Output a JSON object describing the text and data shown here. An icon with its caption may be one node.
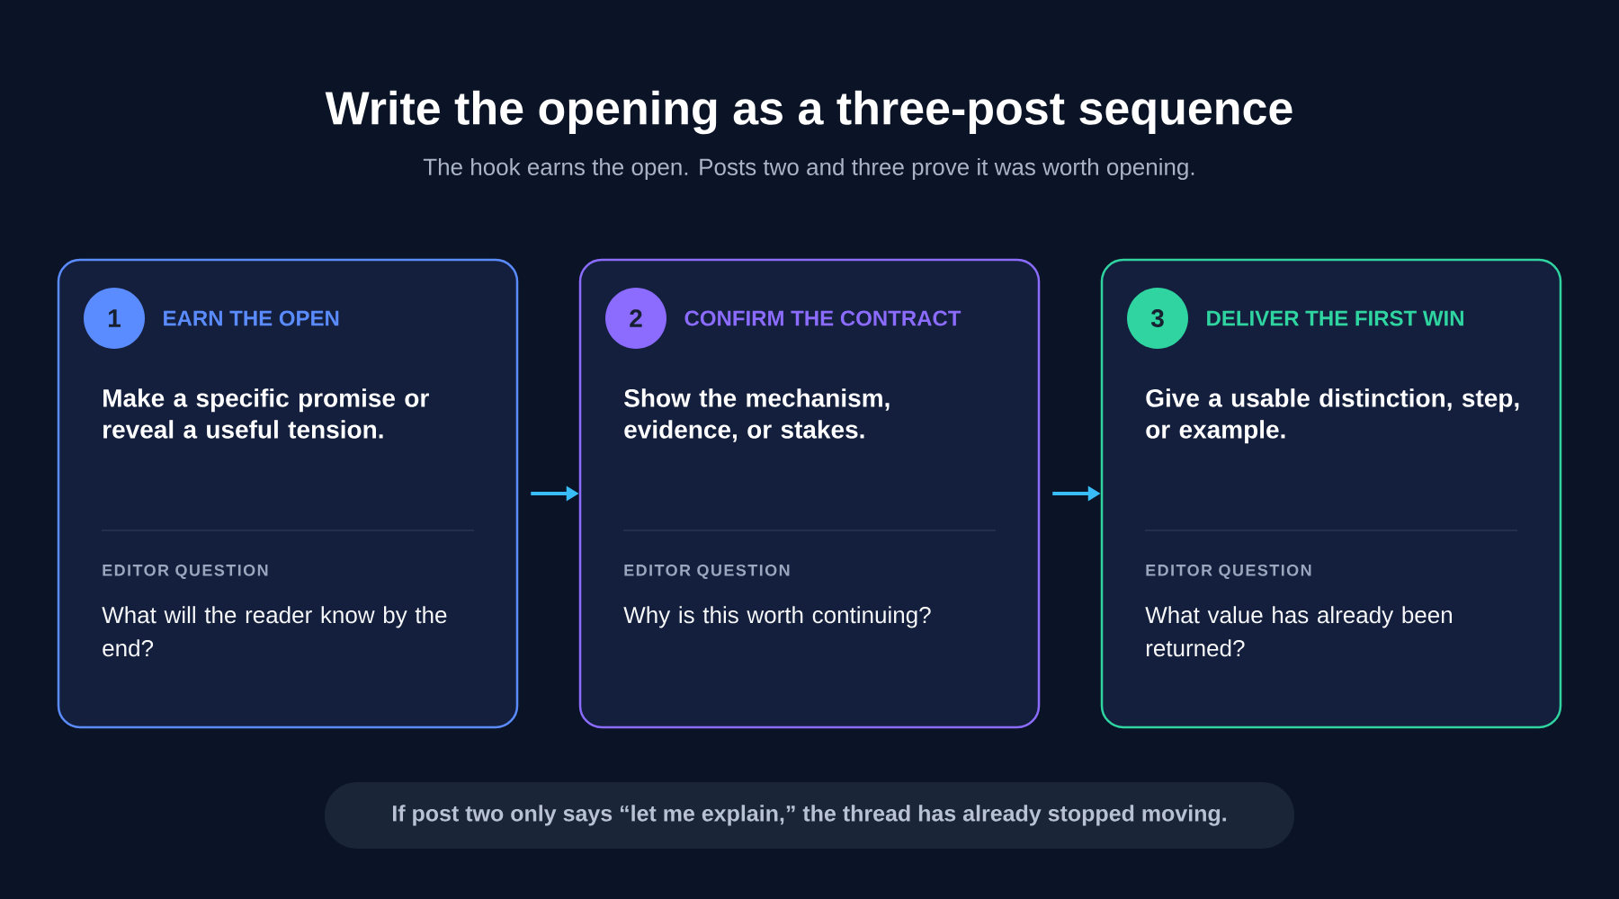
{
  "diagram": {
    "title": "Write the opening as a three-post sequence",
    "nodes": [
      {
        "text": [
          "EARN THE OPEN",
          "Make a specific promise or reveal a useful tension.",
          "EDITOR QUESTION",
          "What will the reader know by the end?"
        ]
      },
      {
        "text": [
          "1"
        ],
        "in": 0
      },
      {
        "text": [
          "CONFIRM THE CONTRACT",
          "Show the mechanism, evidence, or stakes.",
          "EDITOR QUESTION",
          "Why is this worth continuing?"
        ]
      },
      {
        "text": [
          "2"
        ],
        "in": 2
      },
      {
        "text": [
          "DELIVER THE FIRST WIN",
          "Give a usable distinction, step, or example.",
          "EDITOR QUESTION",
          "What value has already been returned?"
        ]
      },
      {
        "text": [
          "3"
        ],
        "in": 4
      },
      {
        "text": [
          "If post two only says “let me explain,” the thread has already stopped moving."
        ]
      }
    ],
    "edges": [
      {
        "from": 0,
        "to": 2,
        "arrow": "to",
        "color": "#38bdf8"
      },
      {
        "from": 2,
        "to": 4,
        "arrow": "to",
        "color": "#38bdf8"
      }
    ],
    "labels": [
      "The hook earns the open. Posts two and three prove it was worth opening."
    ]
  }
}
